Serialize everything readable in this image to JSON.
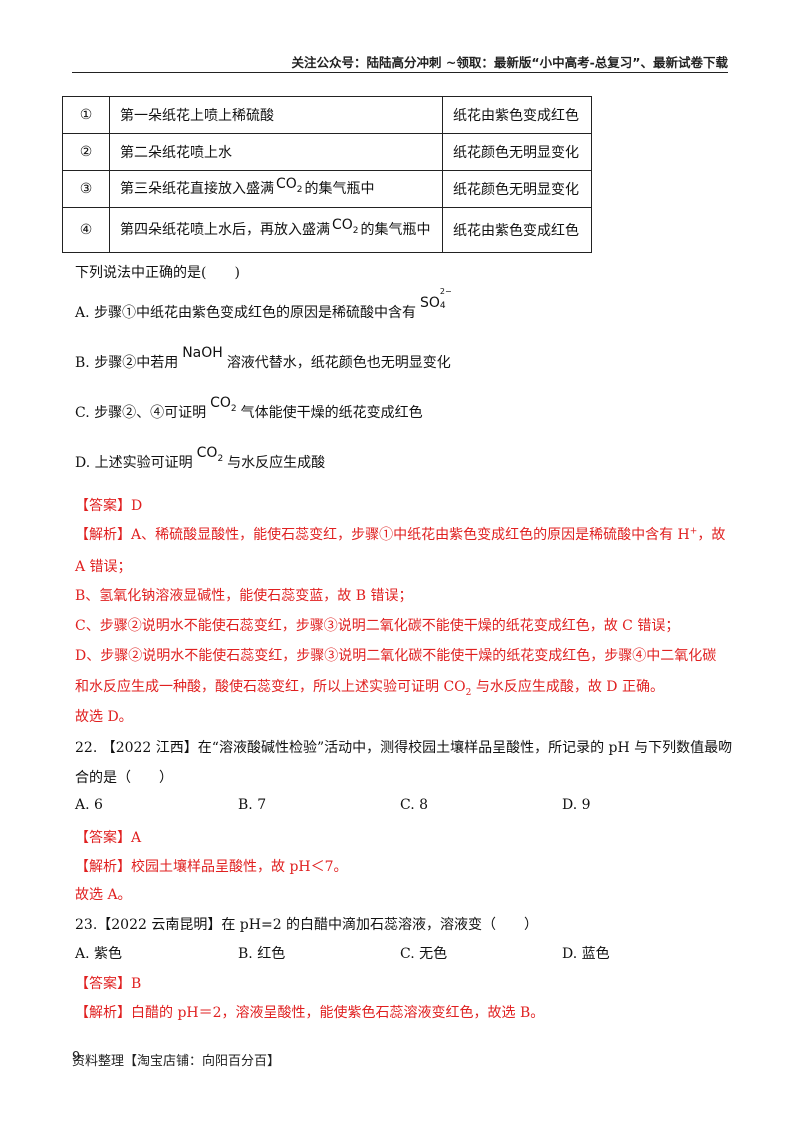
{
  "header": {
    "text": "关注公众号：陆陆高分冲刺  ~领取：最新版“小中高考-总复习”、最新试卷下载"
  },
  "table": {
    "rows": [
      {
        "num": "①",
        "step": "第一朵纸花上喷上稀硫酸",
        "step_tail": "",
        "result": "纸花由紫色变成红色"
      },
      {
        "num": "②",
        "step": "第二朵纸花喷上水",
        "step_tail": "",
        "result": "纸花颜色无明显变化"
      },
      {
        "num": "③",
        "step": "第三朵纸花直接放入盛满",
        "step_tail": "的集气瓶中",
        "result": "纸花颜色无明显变化"
      },
      {
        "num": "④",
        "step": "第四朵纸花喷上水后，再放入盛满",
        "step_tail": "的集气瓶中",
        "result": "纸花由紫色变成红色"
      }
    ]
  },
  "formulas": {
    "co2": "CO",
    "co2_sub": "2",
    "so4": "SO",
    "so4_sub": "4",
    "so4_sup": "2−",
    "naoh": "NaOH"
  },
  "q21": {
    "stem": "下列说法中正确的是(　　)",
    "a_pre": "A.  步骤①中纸花由紫色变成红色的原因是稀硫酸中含有",
    "b_pre": "B.  步骤②中若用",
    "b_post": "溶液代替水，纸花颜色也无明显变化",
    "c_pre": "C.  步骤②、④可证明",
    "c_post": "气体能使干燥的纸花变成红色",
    "d_pre": "D.  上述实验可证明",
    "d_post": "与水反应生成酸",
    "answer": "【答案】D",
    "exp1": "【解析】A、稀硫酸显酸性，能使石蕊变红，步骤①中纸花由紫色变成红色的原因是稀硫酸中含有 H",
    "exp1_sup": "+",
    "exp1_tail": "，故",
    "exp2": "A 错误；",
    "exp3": "B、氢氧化钠溶液显碱性，能使石蕊变蓝，故 B 错误；",
    "exp4": "C、步骤②说明水不能使石蕊变红，步骤③说明二氧化碳不能使干燥的纸花变成红色，故 C 错误；",
    "exp5": "D、步骤②说明水不能使石蕊变红，步骤③说明二氧化碳不能使干燥的纸花变成红色，步骤④中二氧化碳",
    "exp6_pre": "和水反应生成一种酸，酸使石蕊变红，所以上述实验可证明 CO",
    "exp6_sub": "2",
    "exp6_post": " 与水反应生成酸，故 D 正确。",
    "exp7": "故选 D。"
  },
  "q22": {
    "stem1": "22. 【2022 江西】在“溶液酸碱性检验”活动中，测得校园土壤样品呈酸性，所记录的 pH 与下列数值最吻",
    "stem2": "合的是（　　）",
    "options": [
      "A.  6",
      "B.  7",
      "C.  8",
      "D.  9"
    ],
    "answer": "【答案】A",
    "exp1": "【解析】校园土壤样品呈酸性，故 pH＜7。",
    "exp2": "故选 A。"
  },
  "q23": {
    "stem": "23.【2022 云南昆明】在 pH=2 的白醋中滴加石蕊溶液，溶液变（　　）",
    "options": [
      "A.  紫色",
      "B.  红色",
      "C.  无色",
      "D.  蓝色"
    ],
    "answer": "【答案】B",
    "exp1": "【解析】白醋的 pH＝2，溶液呈酸性，能使紫色石蕊溶液变红色，故选 B。"
  },
  "footer": {
    "page": "9",
    "text": "资料整理【淘宝店铺：向阳百分百】"
  }
}
